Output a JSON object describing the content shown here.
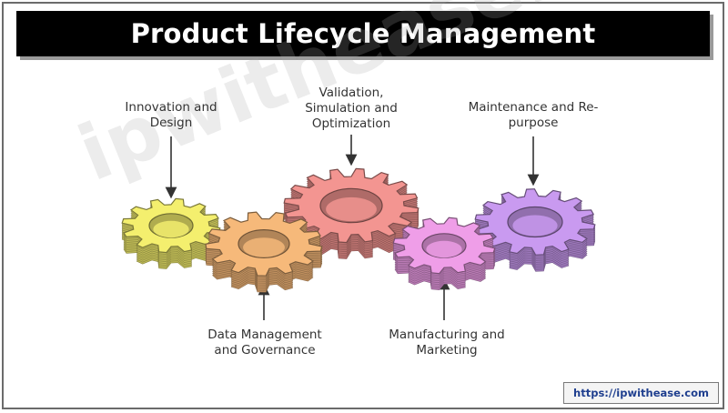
{
  "title": "Product Lifecycle Management",
  "watermark": "ipwithease.com",
  "url": "https://ipwithease.com",
  "colors": {
    "yellow": "#f4ef6e",
    "orange": "#f6b97a",
    "red": "#f39591",
    "pink": "#ef9ee8",
    "purple": "#c99af0"
  },
  "labels": {
    "innovation": "Innovation and\nDesign",
    "validation": "Validation,\nSimulation and\nOptimization",
    "maintenance": "Maintenance and Re-\npurpose",
    "data": "Data Management\nand Governance",
    "manufacturing": "Manufacturing and\nMarketing"
  }
}
